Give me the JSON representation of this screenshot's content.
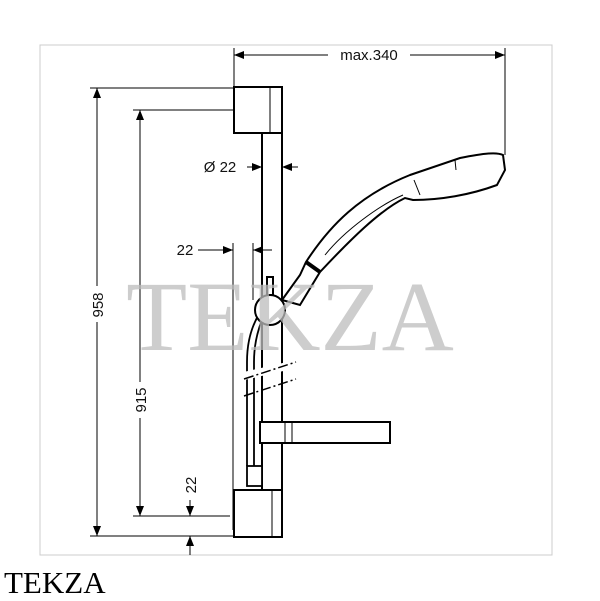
{
  "dimensions": {
    "total_height": "958",
    "rail_height": "915",
    "bottom_offset": "22",
    "wall_offset": "22",
    "rail_diameter": "Ø 22",
    "max_projection": "max.340"
  },
  "watermark": "TEKZA",
  "brand": "TEKZA"
}
